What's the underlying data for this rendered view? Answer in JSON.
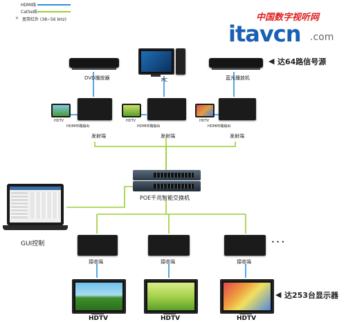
{
  "legend": {
    "items": [
      {
        "label": "HDMI线",
        "color": "#2a8fd8"
      },
      {
        "label": "Cat5e线",
        "color": "#9acd32"
      },
      {
        "label": "宽带红外 (38~56 kHz)",
        "symbol": "x-mark"
      }
    ]
  },
  "branding": {
    "site_cn": "中国数字视听网",
    "site_en": "itavcn",
    "domain": ".com"
  },
  "sources": {
    "dvd_label": "DVD播放器",
    "pc_label": "PC",
    "bluray_label": "蓝光播放机",
    "callout": "达64路信号源"
  },
  "transmitters": {
    "hdtv_label": "HDTV",
    "loop_label": "HDMI环路输出",
    "send_label": "发射端"
  },
  "switch": {
    "label": "POE千兆智能交换机"
  },
  "laptop": {
    "label": "GUI控制"
  },
  "receivers": {
    "label": "接收端",
    "ellipsis": "• • •"
  },
  "displays": {
    "tv_label": "HDTV",
    "callout": "达253台显示器"
  },
  "colors": {
    "hdmi": "#2a8fd8",
    "cat5e": "#9acd32",
    "brand_red": "#e02020",
    "brand_blue": "#1a5fb4"
  }
}
